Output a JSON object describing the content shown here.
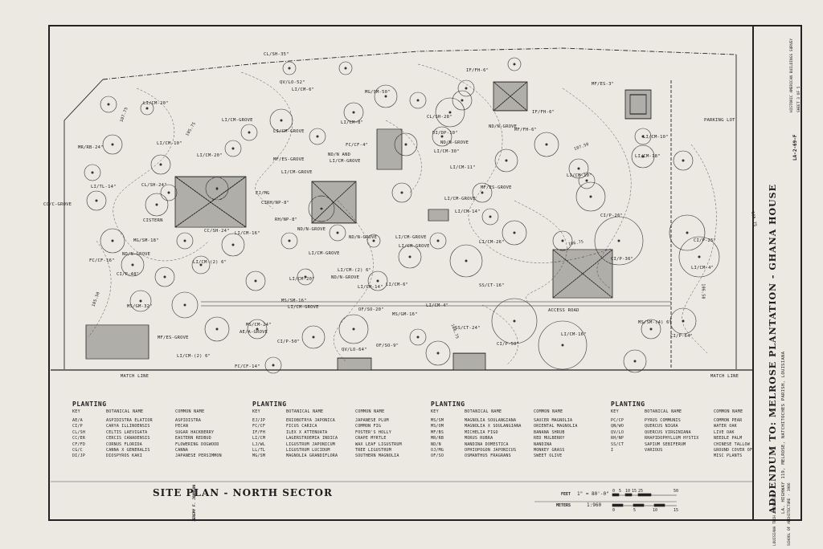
{
  "drawing": {
    "title": "SITE PLAN - NORTH SECTOR",
    "match_line": "MATCH LINE",
    "scale": {
      "feet_label": "FEET",
      "meters_label": "METERS",
      "ratio": "1\" = 80'-0\"",
      "metric": "1:960",
      "feet_ticks": [
        "0",
        "5",
        "10",
        "15",
        "25",
        "50"
      ],
      "meter_ticks": [
        "0",
        "5",
        "10",
        "15"
      ]
    },
    "site_labels": {
      "parking": "PARKING LOT",
      "access_road": "ACCESS ROAD",
      "cistern": "CISTERN"
    }
  },
  "plan_labels": [
    {
      "id": "cl-sh-35",
      "text": "CL/SH-35\""
    },
    {
      "id": "qv-lo-52",
      "text": "QV/LO-52\""
    },
    {
      "id": "li-cm-6",
      "text": "LI/CM-6\""
    },
    {
      "id": "if-fh-6a",
      "text": "IF/FH-6\""
    },
    {
      "id": "mf-es-3",
      "text": "MF/ES-3\""
    },
    {
      "id": "mg-sm-50",
      "text": "MG/SM-50\""
    },
    {
      "id": "li-cm-20a",
      "text": "LI/CM-20\""
    },
    {
      "id": "if-fh-6b",
      "text": "IF/FH-6\""
    },
    {
      "id": "li-cm-grove-a",
      "text": "LI/CM-GROVE"
    },
    {
      "id": "cl-sh-28",
      "text": "CL/SH-28\""
    },
    {
      "id": "nd-n-grove-a",
      "text": "ND/N-GROVE"
    },
    {
      "id": "li-cm-8",
      "text": "LI/CM-8\""
    },
    {
      "id": "mf-fh-6",
      "text": "MF/FH-6\""
    },
    {
      "id": "parking-lot",
      "text": "PARKING LOT"
    },
    {
      "id": "li-cm-grove-b",
      "text": "LI/CM-GROVE"
    },
    {
      "id": "li-cm-10a",
      "text": "LI/CM-10\""
    },
    {
      "id": "fc-cf-4",
      "text": "FC/CF-4\""
    },
    {
      "id": "di-dp-10",
      "text": "DI/DP-10\""
    },
    {
      "id": "nd-n-grove-b",
      "text": "ND/N-GROVE"
    },
    {
      "id": "li-cm-10b",
      "text": "LI/CM-10\""
    },
    {
      "id": "mr-rb-24",
      "text": "MR/RB-24\""
    },
    {
      "id": "li-cm-20b",
      "text": "LI/CM-20\""
    },
    {
      "id": "li-cm-30",
      "text": "LI/CM-30\""
    },
    {
      "id": "li-cm-18",
      "text": "LI/CM-18\""
    },
    {
      "id": "nd-n-li-cm",
      "text": "ND/N AND"
    },
    {
      "id": "li-cm-grove-c",
      "text": "LI/CM-GROVE"
    },
    {
      "id": "mf-es-grove",
      "text": "MF/ES-GROVE"
    },
    {
      "id": "li-cm-11",
      "text": "LI/CM-11\""
    },
    {
      "id": "li-tl-14",
      "text": "LI/TL-14\""
    },
    {
      "id": "cl-sh-24a",
      "text": "CL/SH-24\""
    },
    {
      "id": "li-cm-grove-d",
      "text": "LI/CM-GROVE"
    },
    {
      "id": "li-cm-10c",
      "text": "LI/CM-10\""
    },
    {
      "id": "mf-es-grove-b",
      "text": "MF/ES-GROVE"
    },
    {
      "id": "ej-mg",
      "text": "EJ/MG"
    },
    {
      "id": "cs-ch-grove",
      "text": "CC/C-GROVE"
    },
    {
      "id": "cirh-np-8",
      "text": "CIRH/NP-8\""
    },
    {
      "id": "li-cm-grove-e",
      "text": "LI/CM-GROVE"
    },
    {
      "id": "li-cm-14",
      "text": "LI/CM-14\""
    },
    {
      "id": "cl-p-26",
      "text": "CI/P-26\""
    },
    {
      "id": "cistern",
      "text": "CISTERN"
    },
    {
      "id": "rh-np-8",
      "text": "RH/NP-8\""
    },
    {
      "id": "cc-sh-24",
      "text": "CC/SH-24\""
    },
    {
      "id": "li-cm-16",
      "text": "LI/CM-16\""
    },
    {
      "id": "nd-n-grove-c",
      "text": "ND/N-GROVE"
    },
    {
      "id": "li-cm-grove-f",
      "text": "LI/CM-GROVE"
    },
    {
      "id": "mg-sm-18",
      "text": "MG/SM-18\""
    },
    {
      "id": "nd-n-grove-d",
      "text": "ND/N-GROVE"
    },
    {
      "id": "li-cm-grove-g",
      "text": "LI/CM-GROVE"
    },
    {
      "id": "li-cm-26",
      "text": "LI/CM-26\""
    },
    {
      "id": "nd-n-grove-e",
      "text": "ND/N-GROVE"
    },
    {
      "id": "ci-p-25",
      "text": "CI/P-25\""
    },
    {
      "id": "fc-cf-16",
      "text": "FC/CF-16\""
    },
    {
      "id": "li-cm-2-6a",
      "text": "LI/CM-(2) 6\""
    },
    {
      "id": "li-cm-grove-h",
      "text": "LI/CM-GROVE"
    },
    {
      "id": "li-cm-4a",
      "text": "LI/CM-4\""
    },
    {
      "id": "ci-p-36",
      "text": "CI/P-36\""
    },
    {
      "id": "ci-p-48",
      "text": "CI/P-48\""
    },
    {
      "id": "li-cm-2-6b",
      "text": "LI/CM-(2) 6\""
    },
    {
      "id": "nd-n-grove-f",
      "text": "ND/N-GROVE"
    },
    {
      "id": "ss-ct-16",
      "text": "SS/CT-16\""
    },
    {
      "id": "li-cm-20c",
      "text": "LI/CM-20\""
    },
    {
      "id": "li-cm-6b",
      "text": "LI/CM-6\""
    },
    {
      "id": "access-road",
      "text": "ACCESS ROAD"
    },
    {
      "id": "ms-gm-32",
      "text": "MS/GM-32\""
    },
    {
      "id": "ms-sm-16",
      "text": "MS/SM-16\""
    },
    {
      "id": "li-cm-grove-i",
      "text": "LI/CM-GROVE"
    },
    {
      "id": "li-cm-14b",
      "text": "LI/CM-14\""
    },
    {
      "id": "of-so-20",
      "text": "OF/SO-20\""
    },
    {
      "id": "li-cm-4b",
      "text": "LI/CM-4\""
    },
    {
      "id": "ms-sm-4-6",
      "text": "MS/SM-(4) 6\""
    },
    {
      "id": "ms-gm-16",
      "text": "MS/GM-16\""
    },
    {
      "id": "ms-cm-24",
      "text": "MS/CM-24\""
    },
    {
      "id": "ae-a-grove",
      "text": "AE/A-GROVE"
    },
    {
      "id": "ss-ct-24",
      "text": "SS/CT-24\""
    },
    {
      "id": "ci-p-64",
      "text": "CI/P-64\""
    },
    {
      "id": "mf-es-grove-c",
      "text": "MF/ES-GROVE"
    },
    {
      "id": "ci-p-50a",
      "text": "CI/P-50\""
    },
    {
      "id": "ci-p-50b",
      "text": "CI/P-50\""
    },
    {
      "id": "li-cm-16b",
      "text": "LI/CM-16\""
    },
    {
      "id": "qv-lo-64",
      "text": "QV/LO-64\""
    },
    {
      "id": "of-so-9",
      "text": "OF/SO-9\""
    },
    {
      "id": "li-cm-2-6c",
      "text": "LI/CM-(2) 6\""
    },
    {
      "id": "fc-cf-14",
      "text": "FC/CF-14\""
    }
  ],
  "contour_labels": [
    "105.75",
    "105.50",
    "107.50",
    "106.75",
    "106.50",
    "106.75",
    "105.75",
    "107.75"
  ],
  "legend": {
    "title": "PLANTING",
    "headers": {
      "key": "KEY",
      "botanical": "BOTANICAL NAME",
      "common": "COMMON NAME"
    },
    "columns": [
      [
        {
          "key": "AE/A",
          "botanical": "ASPIDISTRA ELATIOR",
          "common": "ASPIDISTRA"
        },
        {
          "key": "CI/P",
          "botanical": "CARYA ILLINOENSIS",
          "common": "PECAN"
        },
        {
          "key": "CL/SH",
          "botanical": "CELTIS LAEVIGATA",
          "common": "SUGAR HACKBERRY"
        },
        {
          "key": "CC/ER",
          "botanical": "CERCIS CANADENSIS",
          "common": "EASTERN REDBUD"
        },
        {
          "key": "CF/FD",
          "botanical": "CORNUS FLORIDA",
          "common": "FLOWERING DOGWOOD"
        },
        {
          "key": "CG/C",
          "botanical": "CANNA X GENERALIS",
          "common": "CANNA"
        },
        {
          "key": "DI/JP",
          "botanical": "DIOSPYROS KAKI",
          "common": "JAPANESE PERSIMMON"
        }
      ],
      [
        {
          "key": "EJ/JP",
          "botanical": "ERIOBOTRYA JAPONICA",
          "common": "JAPANESE PLUM"
        },
        {
          "key": "FC/CF",
          "botanical": "FICUS CARICA",
          "common": "COMMON FIG"
        },
        {
          "key": "IF/FH",
          "botanical": "ILEX X ATTENUATA",
          "common": "FOSTER'S HOLLY"
        },
        {
          "key": "LI/CM",
          "botanical": "LAGERSTROEMIA INDICA",
          "common": "CRAPE MYRTLE"
        },
        {
          "key": "LJ/WL",
          "botanical": "LIGUSTRUM JAPONICUM",
          "common": "WAX LEAF LIGUSTRUM"
        },
        {
          "key": "LL/TL",
          "botanical": "LIGUSTRUM LUCIDUM",
          "common": "TREE LIGUSTRUM"
        },
        {
          "key": "MG/SM",
          "botanical": "MAGNOLIA GRANDIFLORA",
          "common": "SOUTHERN MAGNOLIA"
        }
      ],
      [
        {
          "key": "MS/SM",
          "botanical": "MAGNOLIA SOULANGIANA",
          "common": "SAUCER MAGNOLIA"
        },
        {
          "key": "MS/OM",
          "botanical": "MAGNOLIA X SOULANGIANA",
          "common": "ORIENTAL MAGNOLIA"
        },
        {
          "key": "MF/BS",
          "botanical": "MICHELIA FIGO",
          "common": "BANANA SHRUB"
        },
        {
          "key": "MR/RB",
          "botanical": "MORUS RUBRA",
          "common": "RED MULBERRY"
        },
        {
          "key": "ND/N",
          "botanical": "NANDINA DOMESTICA",
          "common": "NANDINA"
        },
        {
          "key": "OJ/MG",
          "botanical": "OPHIOPOGON JAPONICUS",
          "common": "MONKEY GRASS"
        },
        {
          "key": "OF/SO",
          "botanical": "OSMANTHUS FRAGRANS",
          "common": "SWEET OLIVE"
        }
      ],
      [
        {
          "key": "PC/CP",
          "botanical": "PYRUS COMMUNIS",
          "common": "COMMON PEAR"
        },
        {
          "key": "QN/WO",
          "botanical": "QUERCUS NIGRA",
          "common": "WATER OAK"
        },
        {
          "key": "QV/LO",
          "botanical": "QUERCUS VIRGINIANA",
          "common": "LIVE OAK"
        },
        {
          "key": "RH/NP",
          "botanical": "RHAPIDOPHYLLUM HYSTIX",
          "common": "NEEDLE PALM"
        },
        {
          "key": "SS/CT",
          "botanical": "SAPIUM SEBIFERUM",
          "common": "CHINESE TALLOW"
        },
        {
          "key": "I",
          "botanical": "VARIOUS",
          "common": "GROUND COVER OF"
        },
        {
          "key": "",
          "botanical": "",
          "common": "MISC PLANTS"
        }
      ]
    ]
  },
  "title_block": {
    "main": "ADDENDUM TO: MELROSE PLANTATION - GHANA HOUSE",
    "sub": "LA. HIGHWAY 119, MELROSE, NATCHITOCHES PARISH, LOUISIANA",
    "delineator": "JEREMY F. JOHNSON",
    "school": "LOUISIANA TECH UNIVERSITY",
    "school2": "SCHOOL OF ARCHITECTURE - 1986",
    "survey": "HISTORIC AMERICAN BUILDINGS SURVEY",
    "number": "LA-2-69-F",
    "sheet": "SHEET 3 OF 5"
  }
}
